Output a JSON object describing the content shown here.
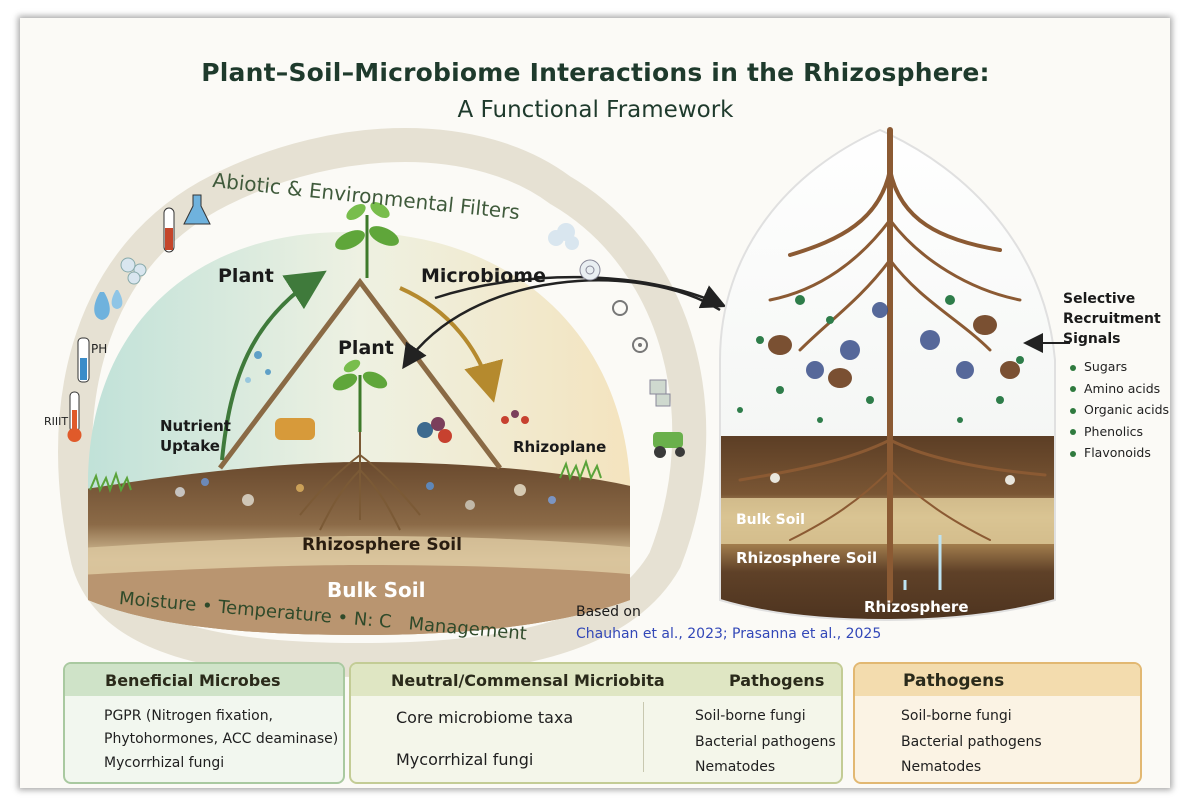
{
  "title": "Plant–Soil–Microbiome Interactions in the Rhizosphere:",
  "subtitle": "A Functional Framework",
  "ring": {
    "top_text": "Abiotic & Environmental Filters",
    "bottom_text": "Moisture • Temperature • N: C   Management",
    "ph_label": "PH",
    "thermo_label": "RIIIT"
  },
  "left_diagram": {
    "apex_plant": "Plant",
    "apex_microbiome": "Microbiome",
    "center_plant": "Plant",
    "nutrient_uptake": "Nutrient\nUptake",
    "rhizoplane": "Rhizoplane",
    "rhizosphere_soil": "Rhizosphere Soil",
    "bulk_soil": "Bulk Soil"
  },
  "right_diagram": {
    "signals_title": "Selective\nRecruitment\nSignals",
    "signals": [
      "Sugars",
      "Amino acids",
      "Organic acids",
      "Phenolics",
      "Flavonoids"
    ],
    "bulk_soil": "Bulk Soil",
    "rhizosphere_soil": "Rhizosphere Soil",
    "rhizosphere": "Rhizosphere"
  },
  "citation": {
    "based_on": "Based on",
    "refs": "Chauhan et al., 2023; Prasanna et al., 2025"
  },
  "legend": {
    "beneficial": {
      "title": "Beneficial Microbes",
      "item1_line1": "PGPR (Nitrogen fixation,",
      "item1_line2": "Phytohormones, ACC deaminase)",
      "item2": "Mycorrhizal fungi"
    },
    "neutral": {
      "title": "Neutral/Commensal Micriobita",
      "title_right": "Pathogens",
      "item1": "Core microbiome taxa",
      "item2": "Mycorrhizal fungi",
      "sub1": "Soil-borne fungi",
      "sub2": "Bacterial pathogens",
      "sub3": "Nematodes"
    },
    "pathogens": {
      "title": "Pathogens",
      "item1": "Soil-borne fungi",
      "item2": "Bacterial pathogens",
      "item3": "Nematodes"
    }
  },
  "colors": {
    "title": "#1e3a2c",
    "ring": "#e6e1d3",
    "citation_blue": "#3348b8",
    "beneficial_panel": "#d8ead4",
    "neutral_panel": "#e4eccb",
    "pathogen_panel": "#f6e2c0"
  },
  "icons": [
    "thermometer-icon",
    "ph-meter-icon",
    "water-drop-icon",
    "bubbles-icon",
    "test-tube-icon",
    "flask-icon",
    "cloud-icon",
    "snail-icon",
    "microbe-icon",
    "gear-icon",
    "tractor-icon"
  ]
}
